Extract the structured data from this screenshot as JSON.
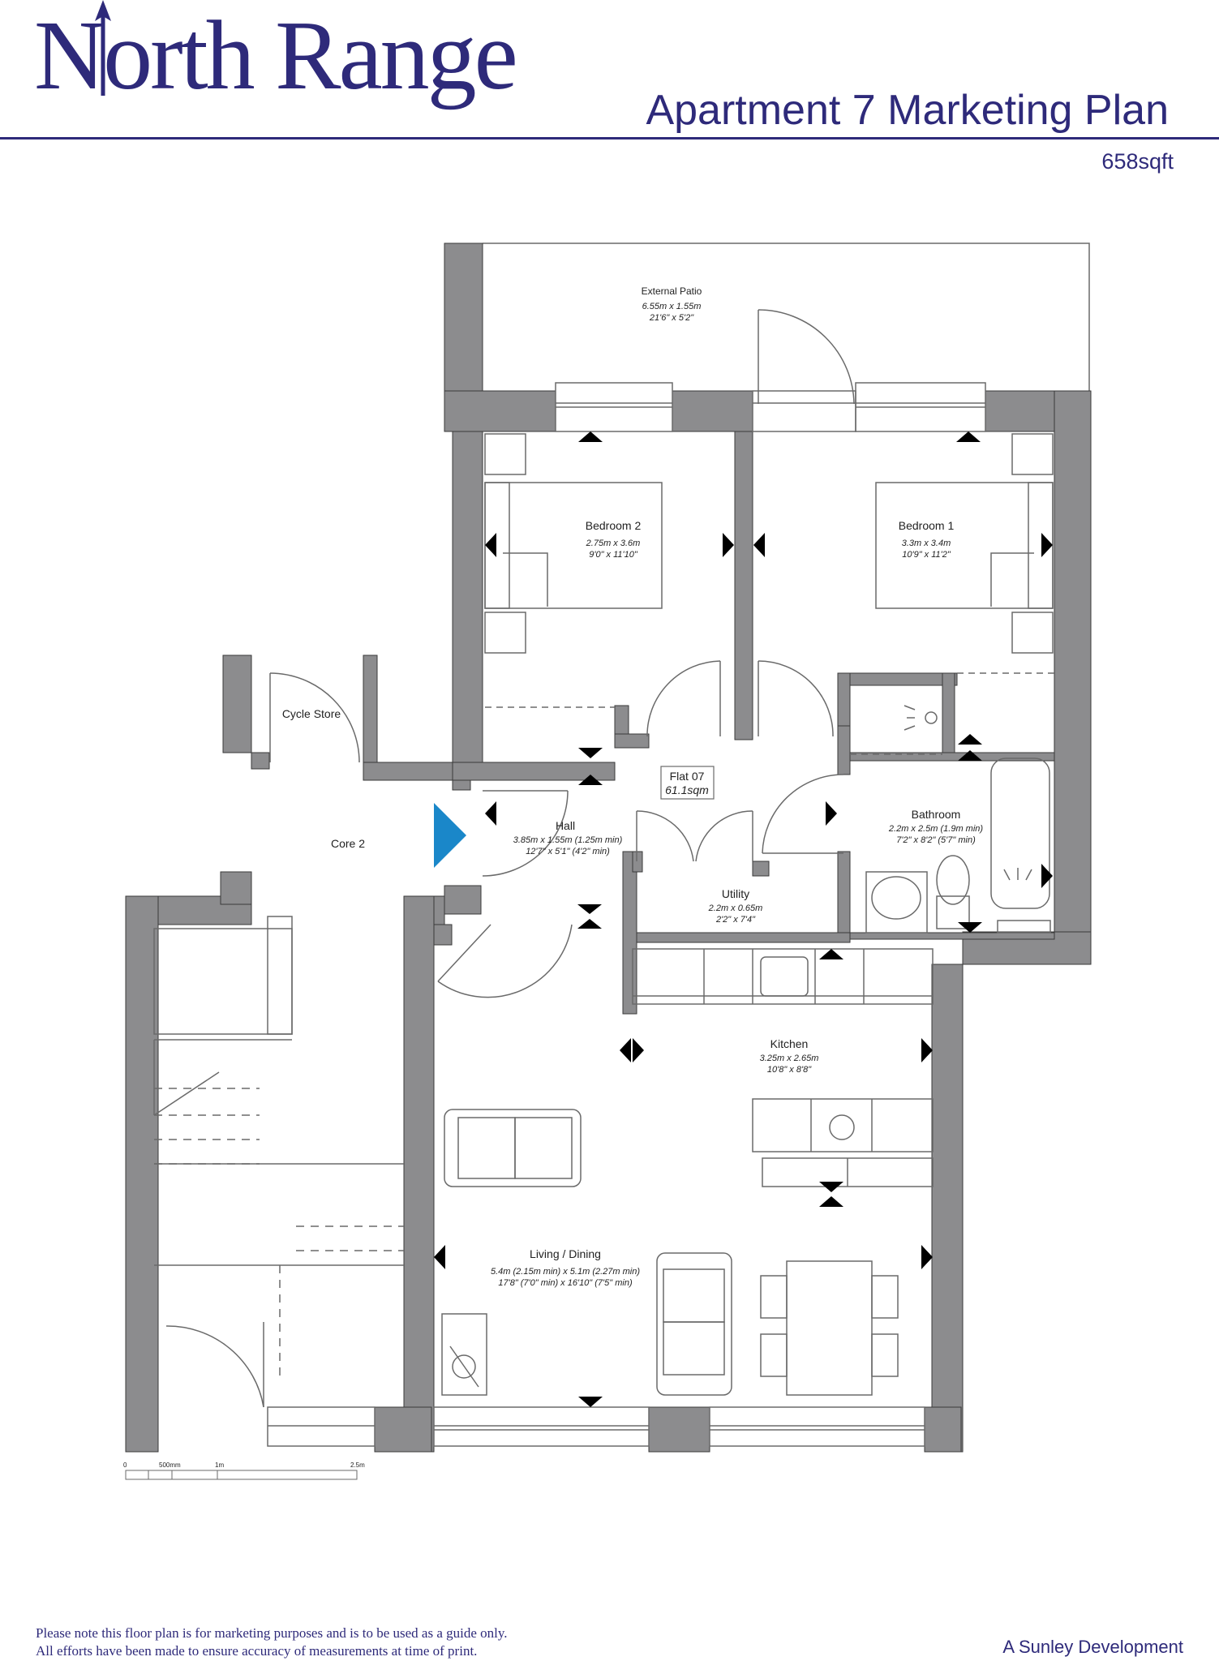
{
  "header": {
    "brand": "North Range",
    "title": "Apartment 7 Marketing Plan",
    "area": "658sqft"
  },
  "colors": {
    "brand": "#2e2a7a",
    "wall": "#8c8c8e",
    "wall_edge": "#3a3a3a",
    "entrance": "#1a87c9",
    "line": "#6a6a6a"
  },
  "flat": {
    "name": "Flat 07",
    "area": "61.1sqm"
  },
  "rooms": {
    "patio": {
      "name": "External Patio",
      "metric": "6.55m x 1.55m",
      "imperial": "21'6\" x 5'2\""
    },
    "bedroom2": {
      "name": "Bedroom 2",
      "metric": "2.75m x 3.6m",
      "imperial": "9'0\" x 11'10\""
    },
    "bedroom1": {
      "name": "Bedroom 1",
      "metric": "3.3m x 3.4m",
      "imperial": "10'9\" x 11'2\""
    },
    "cycle": {
      "name": "Cycle Store"
    },
    "core": {
      "name": "Core 2"
    },
    "hall": {
      "name": "Hall",
      "metric": "3.85m x 1.55m (1.25m min)",
      "imperial": "12'7\" x 5'1\" (4'2\" min)"
    },
    "bathroom": {
      "name": "Bathroom",
      "metric": "2.2m x 2.5m (1.9m min)",
      "imperial": "7'2\" x 8'2\" (5'7\" min)"
    },
    "utility": {
      "name": "Utility",
      "metric": "2.2m x 0.65m",
      "imperial": "2'2\" x 7'4\""
    },
    "kitchen": {
      "name": "Kitchen",
      "metric": "3.25m x 2.65m",
      "imperial": "10'8\" x 8'8\""
    },
    "living": {
      "name": "Living / Dining",
      "metric": "5.4m (2.15m min) x 5.1m (2.27m min)",
      "imperial": "17'8\" (7'0\" min) x 16'10\" (7'5\" min)"
    }
  },
  "scale_bar": [
    "0",
    "500mm",
    "1m",
    "2.5m"
  ],
  "footer": {
    "disclaimer_line1": "Please note this floor plan is for marketing purposes and is to be used as a guide only.",
    "disclaimer_line2": "All efforts have been made to ensure accuracy of measurements at time of print.",
    "developer": "A Sunley Development"
  }
}
